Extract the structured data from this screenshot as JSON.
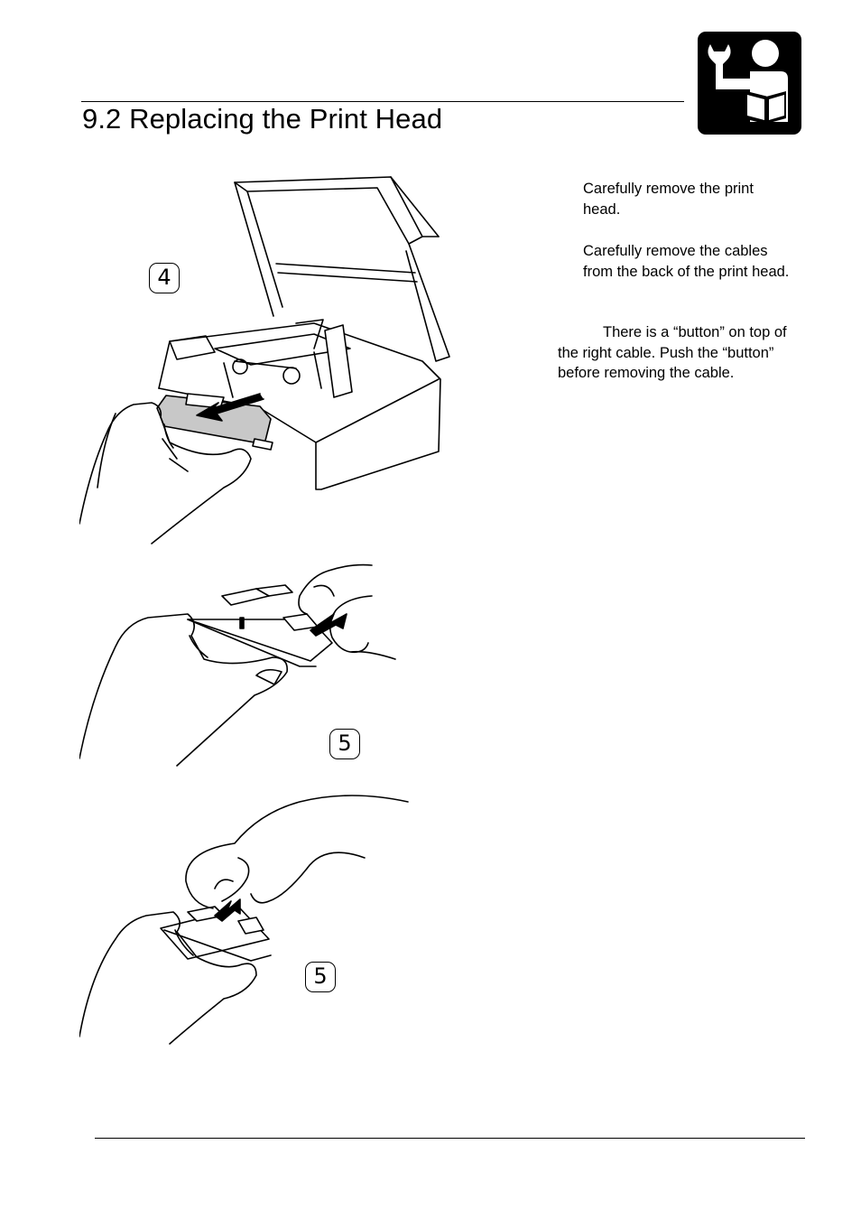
{
  "page": {
    "section_title": "9.2 Replacing the Print Head",
    "badge_icon": "service-technician-manual-icon"
  },
  "instructions": {
    "step4_text": "Carefully remove the print head.",
    "step5_text": "Carefully remove the cables from the back of the print head.",
    "note_text": "There is a “button” on top of the right cable. Push the “button” before removing the cable."
  },
  "figures": {
    "fig1_step": "4",
    "fig2_step": "5",
    "fig3_step": "5",
    "fig1_icon": "printer-remove-printhead-illustration",
    "fig2_icon": "press-cable-button-illustration",
    "fig3_icon": "pull-cable-illustration"
  },
  "colors": {
    "ink": "#000000",
    "paper": "#ffffff",
    "shading": "#c8c8c8"
  }
}
